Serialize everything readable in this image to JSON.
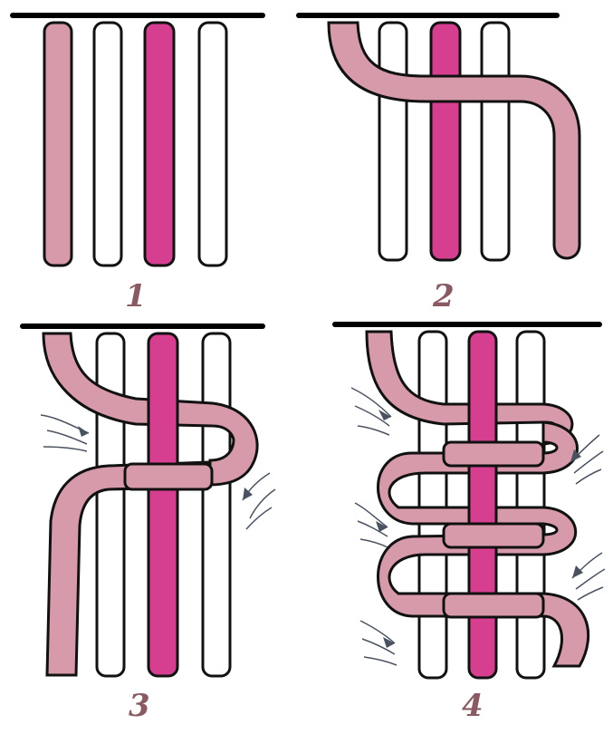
{
  "title": "",
  "colors": {
    "background": "#ffffff",
    "outline": "#111111",
    "bar": "#000000",
    "cord_white": "#ffffff",
    "cord_light_pink": "#d79aaa",
    "cord_magenta": "#d63f8f",
    "label": "#8a5a63",
    "motion_arrow": "#4a5260"
  },
  "steps": [
    {
      "label": "1"
    },
    {
      "label": "2"
    },
    {
      "label": "3"
    },
    {
      "label": "4"
    }
  ]
}
